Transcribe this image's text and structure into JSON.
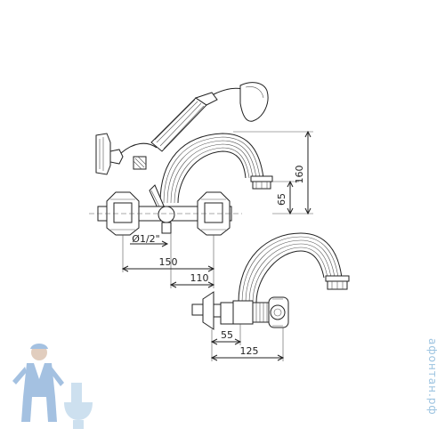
{
  "dimensions": {
    "height_total": "160",
    "height_spout": "65",
    "thread": "Ø1/2\"",
    "width_total": "150",
    "width_inner": "110",
    "side_short": "55",
    "side_long": "125"
  },
  "watermark": {
    "text": "афонтан.рф",
    "colors": {
      "accent": "#9cc3e0",
      "mascot_body": "#5b8fc9",
      "mascot_skin": "#c9a68a"
    }
  },
  "icons": [
    "plumber-mascot-icon",
    "toilet-icon"
  ]
}
